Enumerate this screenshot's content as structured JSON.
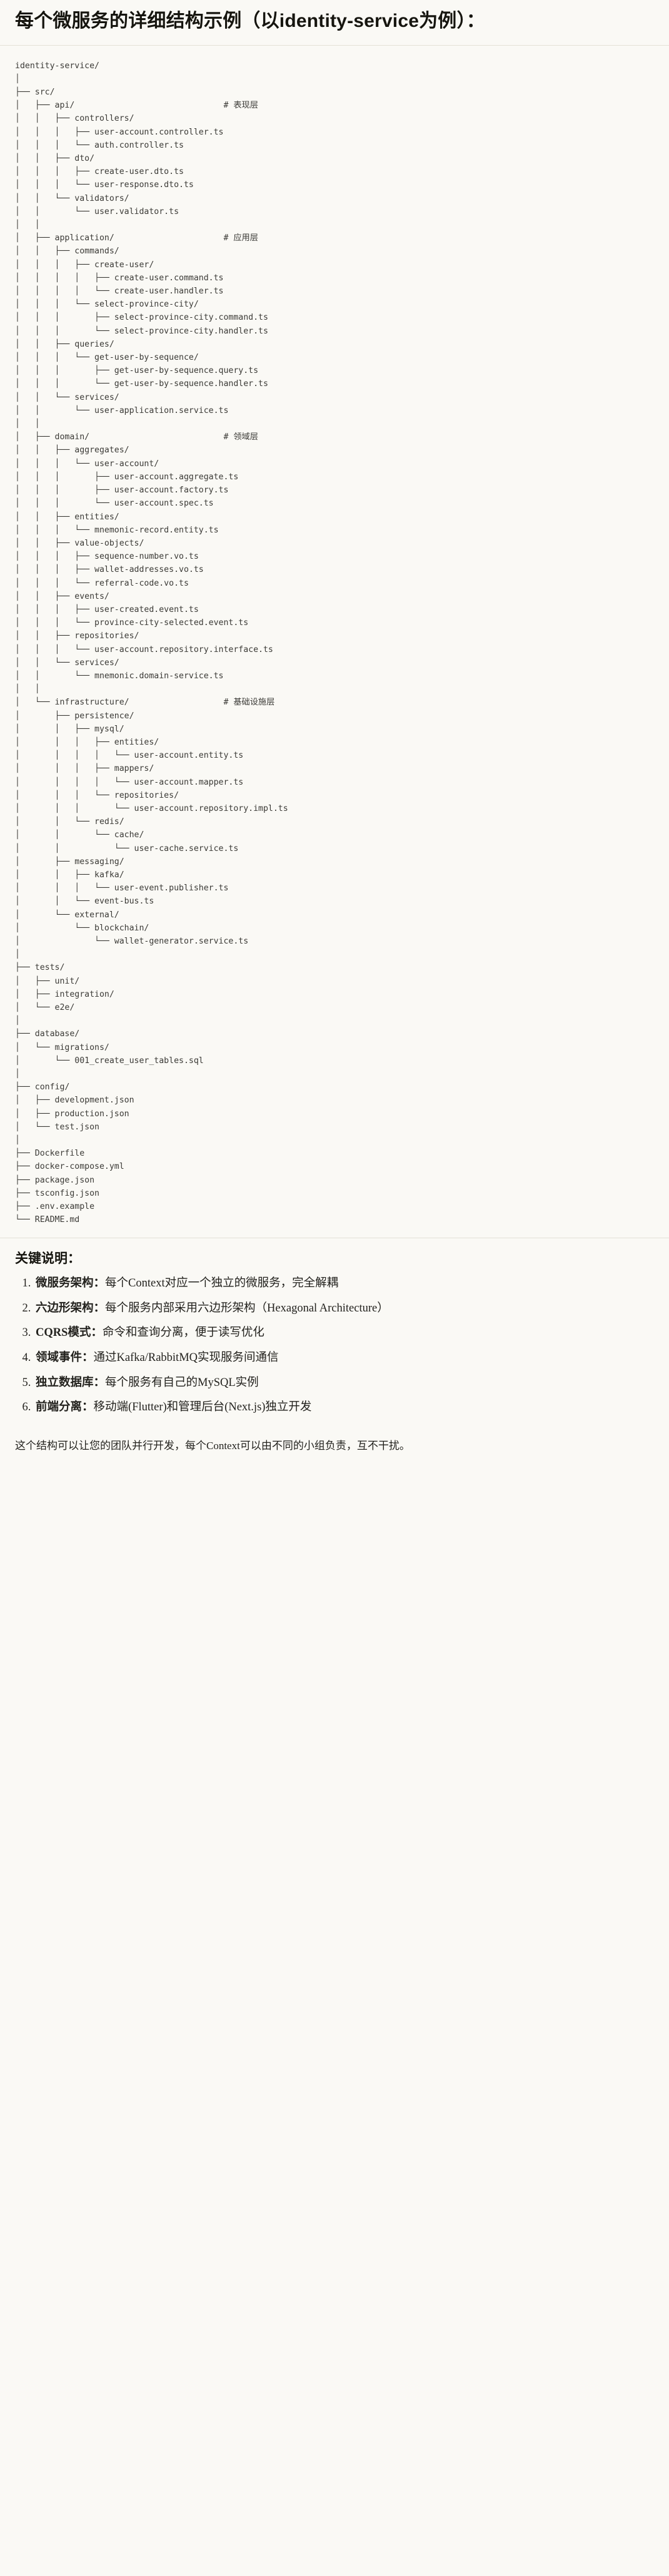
{
  "document": {
    "title": "每个微服务的详细结构示例（以identity-service为例）："
  },
  "tree": {
    "root_label": "identity-service/",
    "layer_comments": {
      "presentation": "# 表现层",
      "application": "# 应用层",
      "domain": "# 领域层",
      "infrastructure": "# 基础设施层"
    },
    "text": "identity-service/\n│\n├── src/\n│   ├── api/                              # 表现层\n│   │   ├── controllers/\n│   │   │   ├── user-account.controller.ts\n│   │   │   └── auth.controller.ts\n│   │   ├── dto/\n│   │   │   ├── create-user.dto.ts\n│   │   │   └── user-response.dto.ts\n│   │   └── validators/\n│   │       └── user.validator.ts\n│   │\n│   ├── application/                      # 应用层\n│   │   ├── commands/\n│   │   │   ├── create-user/\n│   │   │   │   ├── create-user.command.ts\n│   │   │   │   └── create-user.handler.ts\n│   │   │   └── select-province-city/\n│   │   │       ├── select-province-city.command.ts\n│   │   │       └── select-province-city.handler.ts\n│   │   ├── queries/\n│   │   │   └── get-user-by-sequence/\n│   │   │       ├── get-user-by-sequence.query.ts\n│   │   │       └── get-user-by-sequence.handler.ts\n│   │   └── services/\n│   │       └── user-application.service.ts\n│   │\n│   ├── domain/                           # 领域层\n│   │   ├── aggregates/\n│   │   │   └── user-account/\n│   │   │       ├── user-account.aggregate.ts\n│   │   │       ├── user-account.factory.ts\n│   │   │       └── user-account.spec.ts\n│   │   ├── entities/\n│   │   │   └── mnemonic-record.entity.ts\n│   │   ├── value-objects/\n│   │   │   ├── sequence-number.vo.ts\n│   │   │   ├── wallet-addresses.vo.ts\n│   │   │   └── referral-code.vo.ts\n│   │   ├── events/\n│   │   │   ├── user-created.event.ts\n│   │   │   └── province-city-selected.event.ts\n│   │   ├── repositories/\n│   │   │   └── user-account.repository.interface.ts\n│   │   └── services/\n│   │       └── mnemonic.domain-service.ts\n│   │\n│   └── infrastructure/                   # 基础设施层\n│       ├── persistence/\n│       │   ├── mysql/\n│       │   │   ├── entities/\n│       │   │   │   └── user-account.entity.ts\n│       │   │   ├── mappers/\n│       │   │   │   └── user-account.mapper.ts\n│       │   │   └── repositories/\n│       │   │       └── user-account.repository.impl.ts\n│       │   └── redis/\n│       │       └── cache/\n│       │           └── user-cache.service.ts\n│       ├── messaging/\n│       │   ├── kafka/\n│       │   │   └── user-event.publisher.ts\n│       │   └── event-bus.ts\n│       └── external/\n│           └── blockchain/\n│               └── wallet-generator.service.ts\n│\n├── tests/\n│   ├── unit/\n│   ├── integration/\n│   └── e2e/\n│\n├── database/\n│   └── migrations/\n│       └── 001_create_user_tables.sql\n│\n├── config/\n│   ├── development.json\n│   ├── production.json\n│   └── test.json\n│\n├── Dockerfile\n├── docker-compose.yml\n├── package.json\n├── tsconfig.json\n├── .env.example\n└── README.md"
  },
  "keypoints": {
    "heading": "关键说明：",
    "items": [
      {
        "term": "微服务架构",
        "sep": "：",
        "desc": "每个Context对应一个独立的微服务，完全解耦"
      },
      {
        "term": "六边形架构",
        "sep": "：",
        "desc": "每个服务内部采用六边形架构（Hexagonal Architecture）"
      },
      {
        "term": "CQRS模式",
        "sep": "：",
        "desc": "命令和查询分离，便于读写优化"
      },
      {
        "term": "领域事件",
        "sep": "：",
        "desc": "通过Kafka/RabbitMQ实现服务间通信"
      },
      {
        "term": "独立数据库",
        "sep": "：",
        "desc": "每个服务有自己的MySQL实例"
      },
      {
        "term": "前端分离",
        "sep": "：",
        "desc": "移动端(Flutter)和管理后台(Next.js)独立开发"
      }
    ],
    "footer": "这个结构可以让您的团队并行开发，每个Context可以由不同的小组负责，互不干扰。"
  },
  "theme": {
    "background": "#faf9f5",
    "text": "#1f1e1c",
    "code_text": "#3b3a36",
    "divider": "#e4e1d7"
  }
}
